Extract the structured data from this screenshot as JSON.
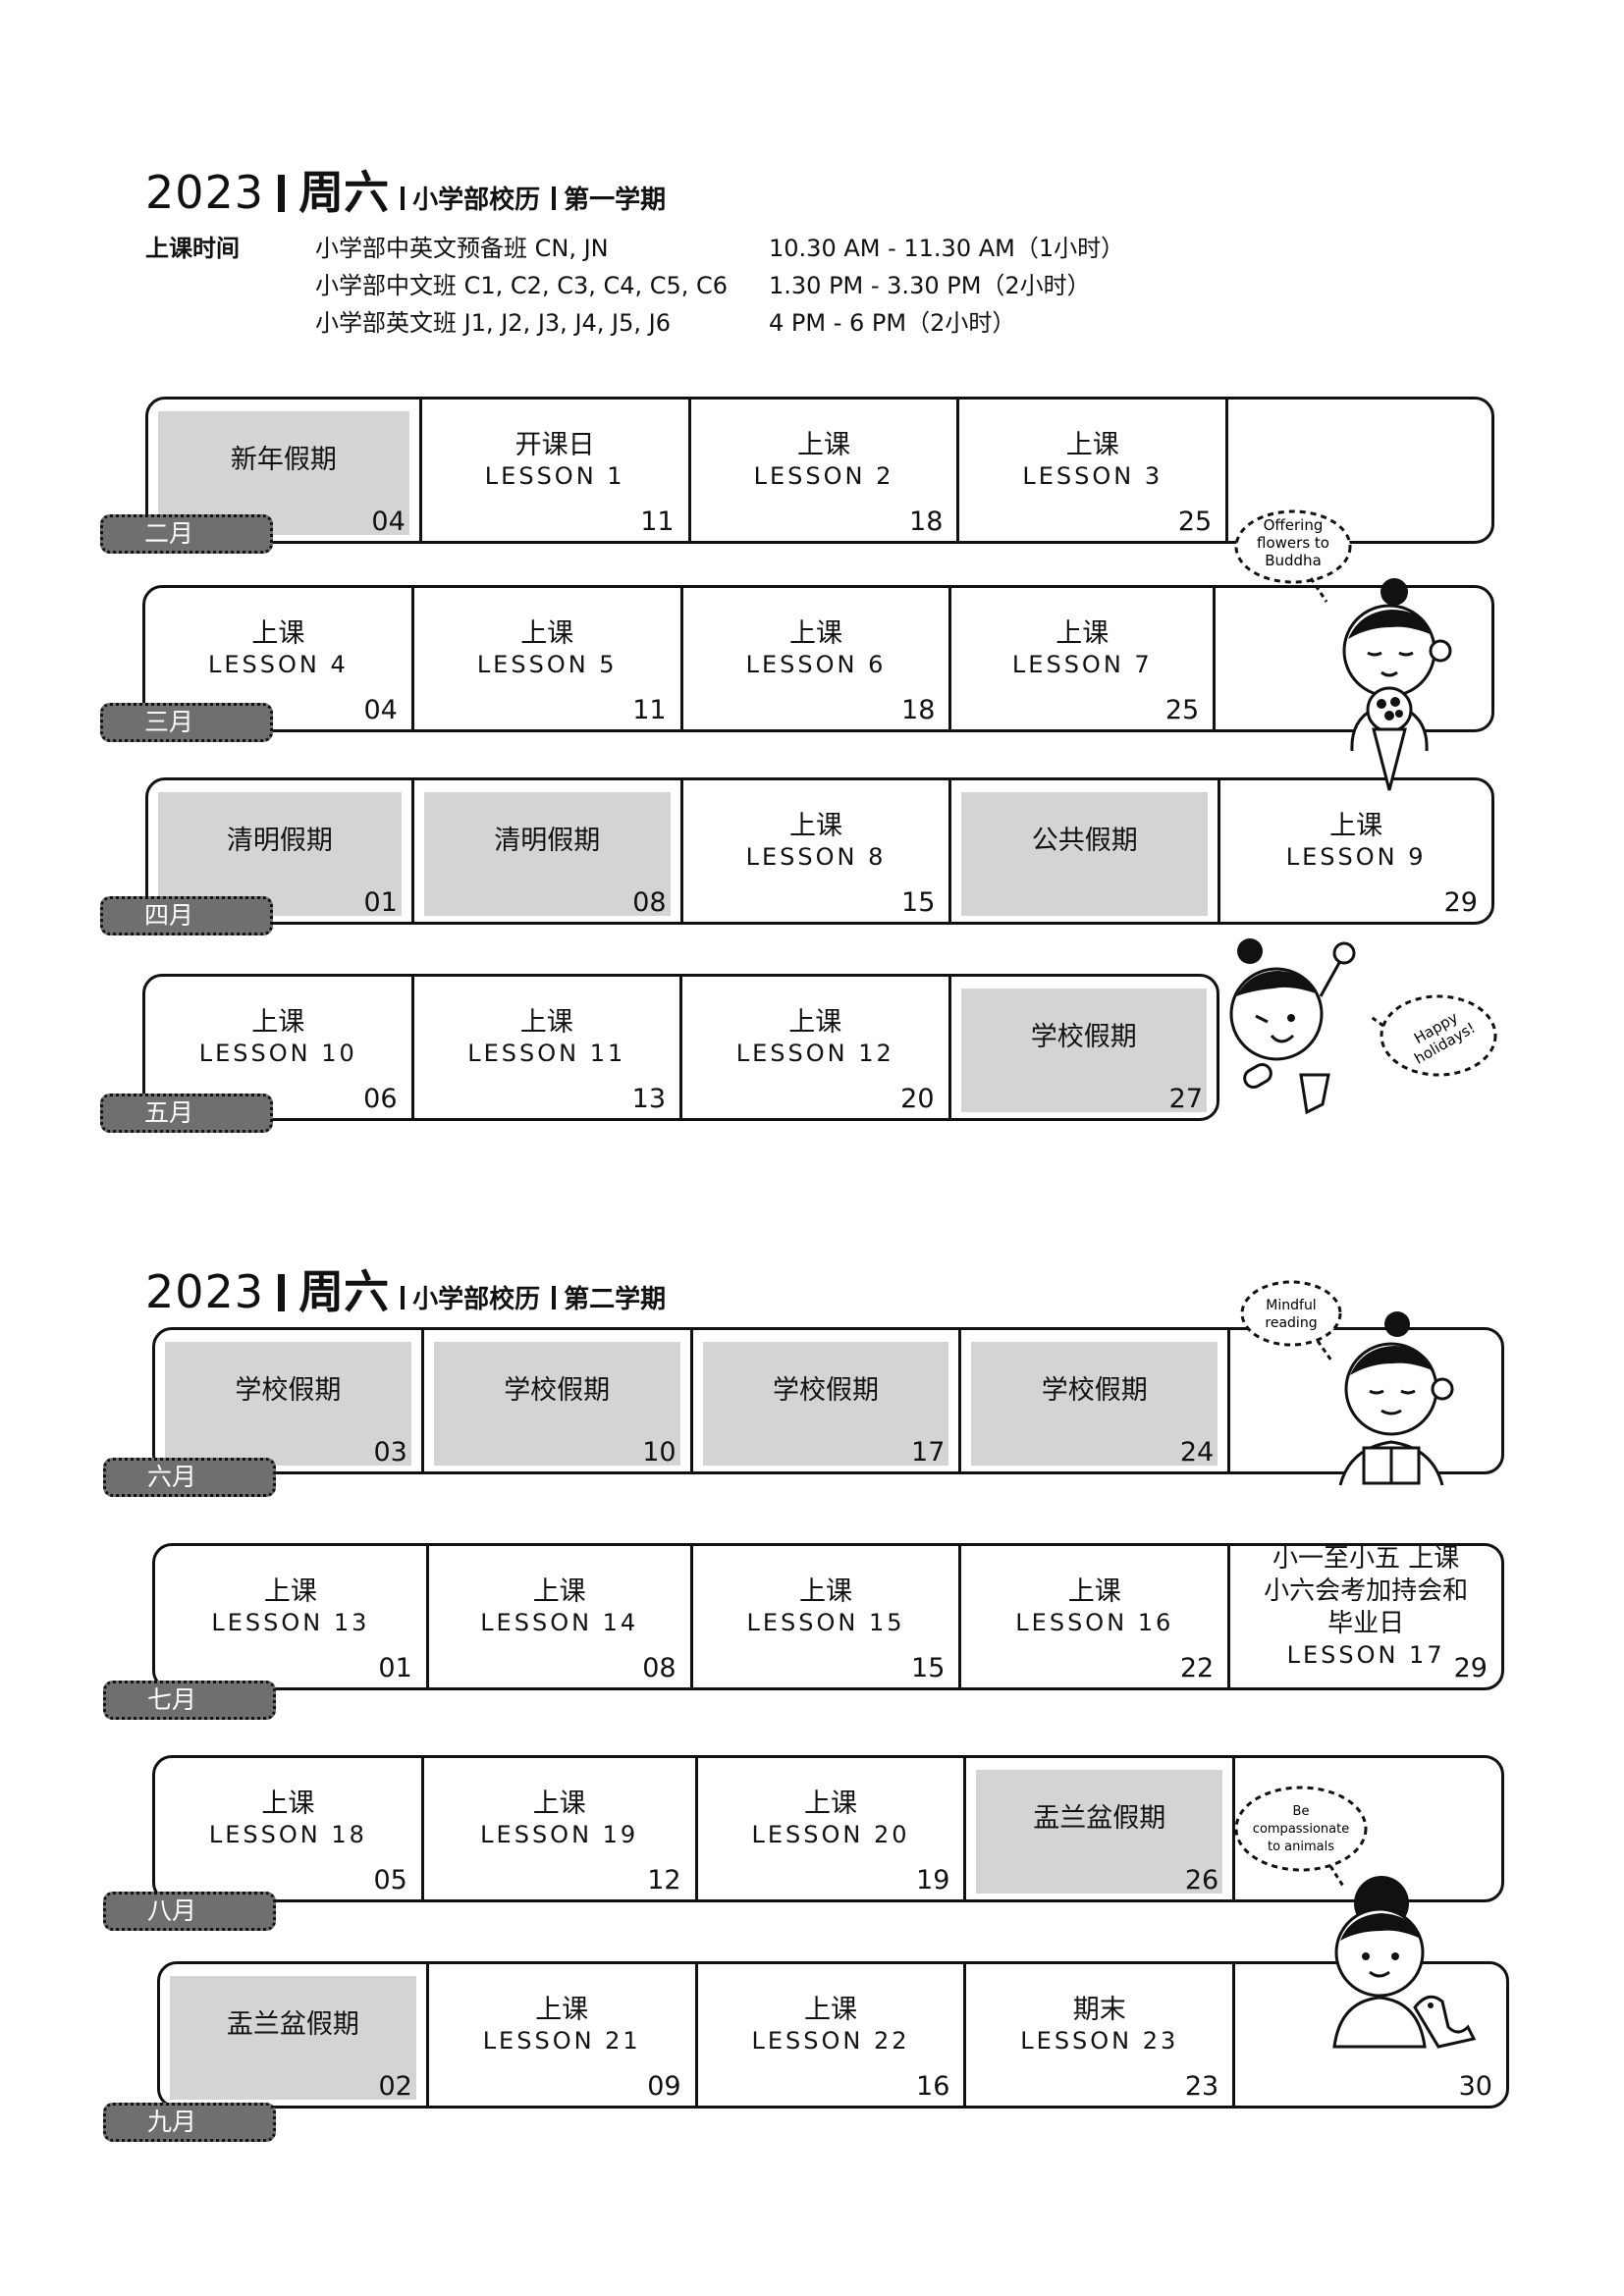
{
  "semester1": {
    "year": "2023",
    "weekday": "周六",
    "dept": "小学部校历",
    "term": "第一学期"
  },
  "class_times": {
    "label": "上课时间",
    "rows": [
      {
        "cls": "小学部中英文预备班  CN, JN",
        "time": "10.30 AM - 11.30 AM（1小时）"
      },
      {
        "cls": "小学部中文班  C1, C2, C3, C4, C5, C6",
        "time": "1.30 PM - 3.30 PM（2小时）"
      },
      {
        "cls": "小学部英文班  J1, J2, J3, J4, J5, J6",
        "time": "4 PM - 6 PM（2小时）"
      }
    ]
  },
  "semester2": {
    "year": "2023",
    "weekday": "周六",
    "dept": "小学部校历",
    "term": "第二学期"
  },
  "months": [
    {
      "name": "二月",
      "cells": [
        {
          "zh": "新年假期",
          "en": "",
          "date": "04",
          "holiday": true
        },
        {
          "zh": "开课日",
          "en": "LESSON 1",
          "date": "11"
        },
        {
          "zh": "上课",
          "en": "LESSON 2",
          "date": "18"
        },
        {
          "zh": "上课",
          "en": "LESSON 3",
          "date": "25"
        },
        {
          "zh": "",
          "en": "",
          "date": ""
        }
      ]
    },
    {
      "name": "三月",
      "cells": [
        {
          "zh": "上课",
          "en": "LESSON 4",
          "date": "04"
        },
        {
          "zh": "上课",
          "en": "LESSON 5",
          "date": "11"
        },
        {
          "zh": "上课",
          "en": "LESSON 6",
          "date": "18"
        },
        {
          "zh": "上课",
          "en": "LESSON 7",
          "date": "25"
        },
        {
          "zh": "",
          "en": "",
          "date": ""
        }
      ]
    },
    {
      "name": "四月",
      "cells": [
        {
          "zh": "清明假期",
          "en": "",
          "date": "01",
          "holiday": true
        },
        {
          "zh": "清明假期",
          "en": "",
          "date": "08",
          "holiday": true
        },
        {
          "zh": "上课",
          "en": "LESSON 8",
          "date": "15"
        },
        {
          "zh": "公共假期",
          "en": "",
          "date": "",
          "holiday": true
        },
        {
          "zh": "上课",
          "en": "LESSON 9",
          "date": "29"
        }
      ]
    },
    {
      "name": "五月",
      "cells": [
        {
          "zh": "上课",
          "en": "LESSON 10",
          "date": "06"
        },
        {
          "zh": "上课",
          "en": "LESSON 11",
          "date": "13"
        },
        {
          "zh": "上课",
          "en": "LESSON 12",
          "date": "20"
        },
        {
          "zh": "学校假期",
          "en": "",
          "date": "27",
          "holiday": true
        }
      ]
    },
    {
      "name": "六月",
      "cells": [
        {
          "zh": "学校假期",
          "en": "",
          "date": "03",
          "holiday": true
        },
        {
          "zh": "学校假期",
          "en": "",
          "date": "10",
          "holiday": true
        },
        {
          "zh": "学校假期",
          "en": "",
          "date": "17",
          "holiday": true
        },
        {
          "zh": "学校假期",
          "en": "",
          "date": "24",
          "holiday": true
        },
        {
          "zh": "",
          "en": "",
          "date": ""
        }
      ]
    },
    {
      "name": "七月",
      "cells": [
        {
          "zh": "上课",
          "en": "LESSON 13",
          "date": "01"
        },
        {
          "zh": "上课",
          "en": "LESSON 14",
          "date": "08"
        },
        {
          "zh": "上课",
          "en": "LESSON 15",
          "date": "15"
        },
        {
          "zh": "上课",
          "en": "LESSON 16",
          "date": "22"
        },
        {
          "zh": "小一至小五 上课\n小六会考加持会和\n毕业日",
          "en": "LESSON 17",
          "date": "29",
          "multi": true
        }
      ]
    },
    {
      "name": "八月",
      "cells": [
        {
          "zh": "上课",
          "en": "LESSON 18",
          "date": "05"
        },
        {
          "zh": "上课",
          "en": "LESSON 19",
          "date": "12"
        },
        {
          "zh": "上课",
          "en": "LESSON 20",
          "date": "19"
        },
        {
          "zh": "盂兰盆假期",
          "en": "",
          "date": "26",
          "holiday": true
        },
        {
          "zh": "",
          "en": "",
          "date": ""
        }
      ]
    },
    {
      "name": "九月",
      "cells": [
        {
          "zh": "盂兰盆假期",
          "en": "",
          "date": "02",
          "holiday": true
        },
        {
          "zh": "上课",
          "en": "LESSON 21",
          "date": "09"
        },
        {
          "zh": "上课",
          "en": "LESSON 22",
          "date": "16"
        },
        {
          "zh": "期末",
          "en": "LESSON 23",
          "date": "23"
        },
        {
          "zh": "",
          "en": "",
          "date": "30"
        }
      ]
    }
  ],
  "bubbles": {
    "b1": [
      "Offering",
      "flowers to",
      "Buddha"
    ],
    "b2": [
      "Happy",
      "holidays!"
    ],
    "b3": [
      "Mindful",
      "reading"
    ],
    "b4": [
      "Be",
      "compassionate",
      "to animals"
    ]
  }
}
